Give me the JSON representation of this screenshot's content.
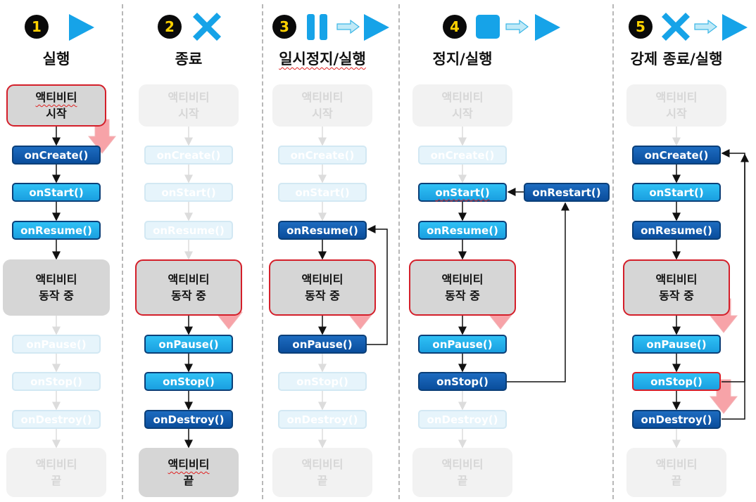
{
  "columns": [
    {
      "number": "1",
      "title": "실행",
      "boxes": {
        "start_line1": "액티비티",
        "start_line2": "시작",
        "onCreate": "onCreate()",
        "onStart": "onStart()",
        "onResume": "onResume()",
        "running_line1": "액티비티",
        "running_line2": "동작 중",
        "onPause": "onPause()",
        "onStop": "onStop()",
        "onDestroy": "onDestroy()",
        "end_line1": "액티비티",
        "end_line2": "끝"
      }
    },
    {
      "number": "2",
      "title": "종료",
      "boxes": {
        "start_line1": "액티비티",
        "start_line2": "시작",
        "onCreate": "onCreate()",
        "onStart": "onStart()",
        "onResume": "onResume()",
        "running_line1": "액티비티",
        "running_line2": "동작 중",
        "onPause": "onPause()",
        "onStop": "onStop()",
        "onDestroy": "onDestroy()",
        "end_line1": "액티비티",
        "end_line2": "끝"
      }
    },
    {
      "number": "3",
      "title": "일시정지/실행",
      "boxes": {
        "start_line1": "액티비티",
        "start_line2": "시작",
        "onCreate": "onCreate()",
        "onStart": "onStart()",
        "onResume": "onResume()",
        "running_line1": "액티비티",
        "running_line2": "동작 중",
        "onPause": "onPause()",
        "onStop": "onStop()",
        "onDestroy": "onDestroy()",
        "end_line1": "액티비티",
        "end_line2": "끝"
      }
    },
    {
      "number": "4",
      "title": "정지/실행",
      "boxes": {
        "start_line1": "액티비티",
        "start_line2": "시작",
        "onCreate": "onCreate()",
        "onStart": "onStart()",
        "onResume": "onResume()",
        "running_line1": "액티비티",
        "running_line2": "동작 중",
        "onPause": "onPause()",
        "onStop": "onStop()",
        "onDestroy": "onDestroy()",
        "end_line1": "액티비티",
        "end_line2": "끝",
        "onRestart": "onRestart()"
      }
    },
    {
      "number": "5",
      "title": "강제 종료/실행",
      "boxes": {
        "start_line1": "액티비티",
        "start_line2": "시작",
        "onCreate": "onCreate()",
        "onStart": "onStart()",
        "onResume": "onResume()",
        "running_line1": "액티비티",
        "running_line2": "동작 중",
        "onPause": "onPause()",
        "onStop": "onStop()",
        "onDestroy": "onDestroy()",
        "end_line1": "액티비티",
        "end_line2": "끝"
      }
    }
  ],
  "colors": {
    "method_light": "#1fb0ef",
    "method_dark": "#0d5aab",
    "faded_method": "#e6f4fb",
    "state_box": "#d6d6d6",
    "highlight_border": "#d41f2a",
    "icon_blue": "#16a3e8",
    "number_circle": "#0a0a0a",
    "number_text": "#ffd200",
    "pink_arrow": "#f7a3a8"
  },
  "icons": [
    "play-icon",
    "cross-icon",
    "pause-icon",
    "stop-icon",
    "arrow-right-icon"
  ]
}
